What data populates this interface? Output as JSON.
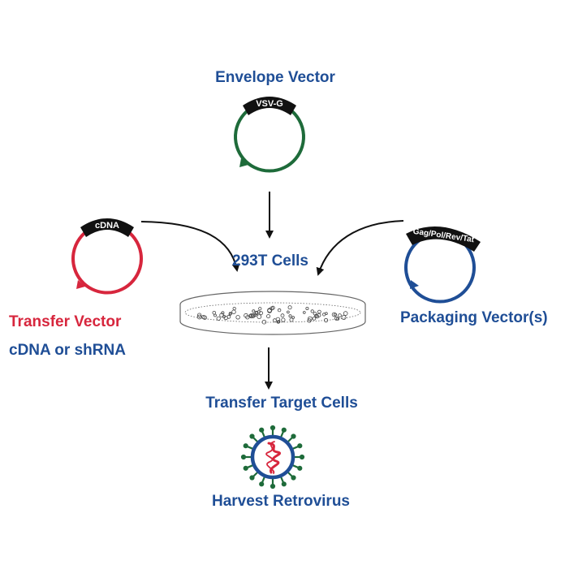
{
  "colors": {
    "label_blue": "#1f4e96",
    "label_red": "#d7263d",
    "envelope_ring": "#1e6b3a",
    "transfer_ring": "#d7263d",
    "packaging_ring": "#1f4e96",
    "tag_fill": "#111111",
    "arrow": "#111111",
    "virus_spikes": "#1e6b3a",
    "virus_shell": "#1f4e96",
    "virus_rna": "#d7263d"
  },
  "labels": {
    "envelope_vector": "Envelope Vector",
    "cells_293t": "293T Cells",
    "transfer_vector": "Transfer Vector",
    "transfer_insert": "cDNA or shRNA",
    "packaging_vector": "Packaging Vector(s)",
    "transfer_target": "Transfer Target Cells",
    "harvest": "Harvest Retrovirus"
  },
  "tags": {
    "envelope": "VSV-G",
    "transfer": "cDNA",
    "packaging": "Gag/Pol/Rev/Tat"
  },
  "icons": {
    "dish": "petri-dish-icon",
    "virus": "retrovirus-icon",
    "plasmid": "plasmid-icon"
  }
}
